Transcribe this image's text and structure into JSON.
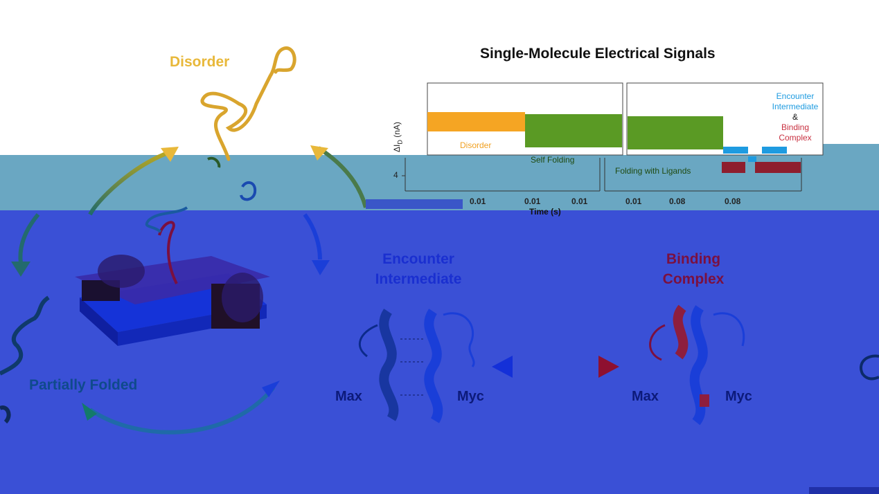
{
  "title": "Single-Molecule Electrical Signals",
  "states": {
    "disorder": "Disorder",
    "partially_folded": "Partially Folded",
    "encounter_intermediate": [
      "Encounter",
      "Intermediate"
    ],
    "binding_complex": [
      "Binding",
      "Complex"
    ]
  },
  "proteins": {
    "left": "Max",
    "right": "Myc"
  },
  "panels": {
    "left": {
      "trace_labels": [
        "Disorder",
        "Self Folding"
      ],
      "x_ticks": [
        "0.01",
        "0.01",
        "0.01"
      ]
    },
    "right": {
      "trace_labels": [
        "Folding with Ligands"
      ],
      "legend": [
        "Encounter",
        "Intermediate",
        "&",
        "Binding",
        "Complex"
      ],
      "x_ticks": [
        "0.01",
        "0.08",
        "0.08"
      ]
    },
    "y_axis_label": "ΔI",
    "y_axis_sub": "D",
    "y_axis_unit": "(nA)",
    "y_tick": "4",
    "x_axis_label": "Time (s)"
  },
  "colors": {
    "disorder": "#e8b83a",
    "self_folding": "#4d8a1e",
    "encounter": "#1e9be0",
    "binding": "#8e1e2e",
    "label_blue": "#1a2fd0",
    "label_crimson": "#7a1040",
    "label_navy": "#0c2a8a",
    "partial_teal": "#0f4a8c"
  }
}
